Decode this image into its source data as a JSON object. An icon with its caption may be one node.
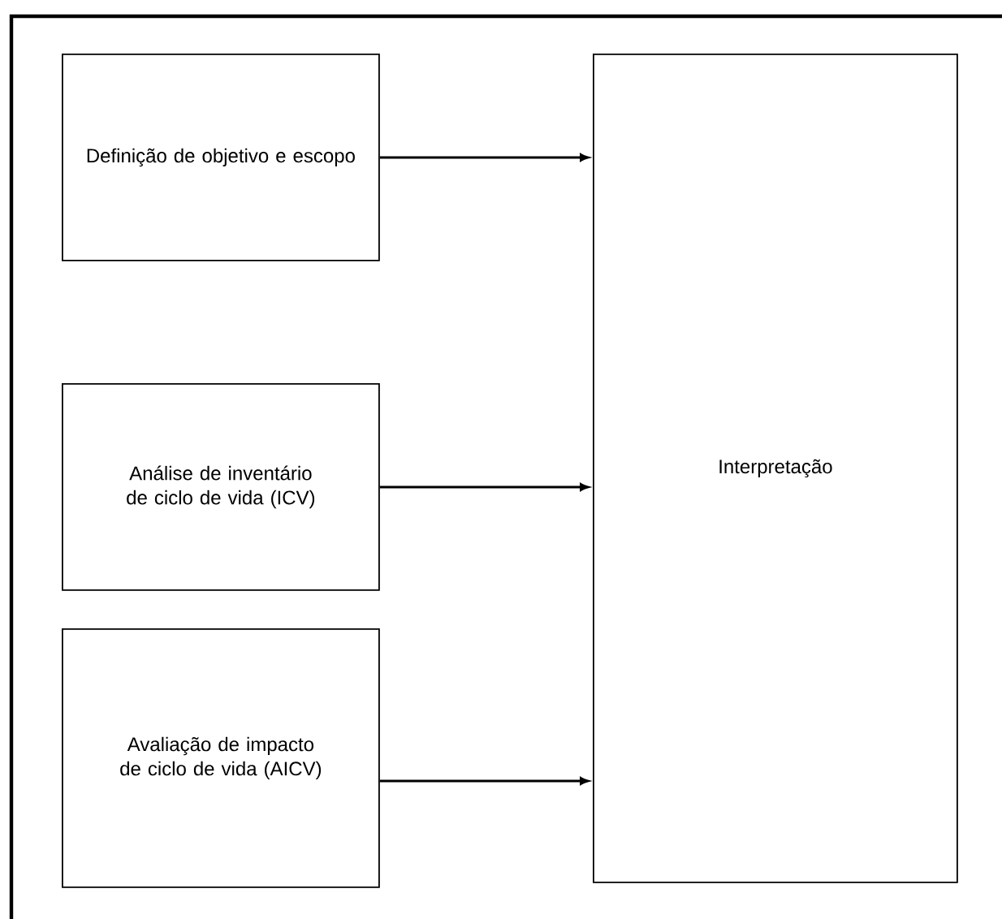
{
  "diagram": {
    "nodes": [
      {
        "text": [
          "Definição de objetivo e escopo"
        ]
      },
      {
        "text": [
          "Análise de inventário de ciclo de vida (ICV)"
        ]
      },
      {
        "text": [
          "Avaliação de impacto de ciclo de vida (AICV)"
        ]
      },
      {
        "text": [
          "Interpretação"
        ]
      }
    ],
    "edges": [
      {
        "from": 0,
        "to": 3,
        "arrow": "to"
      },
      {
        "from": 1,
        "to": 3,
        "arrow": "to"
      },
      {
        "from": 2,
        "to": 3,
        "arrow": "to"
      }
    ]
  }
}
